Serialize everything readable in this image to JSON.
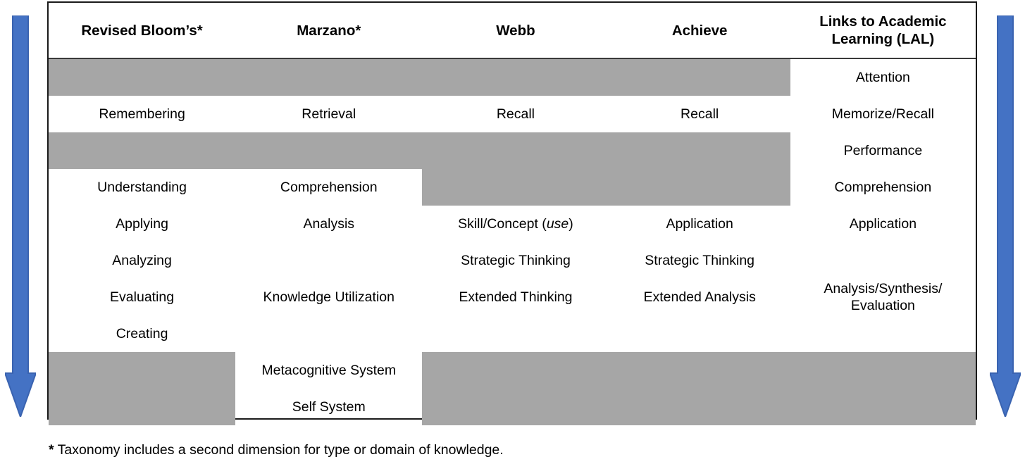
{
  "table": {
    "columns": [
      {
        "label": "Revised Bloom’s*",
        "name": "revised-blooms"
      },
      {
        "label": "Marzano*",
        "name": "marzano"
      },
      {
        "label": "Webb",
        "name": "webb"
      },
      {
        "label": "Achieve",
        "name": "achieve"
      },
      {
        "label": "Links to Academic Learning (LAL)",
        "name": "lal"
      }
    ],
    "rows": [
      {
        "name": "row-attention",
        "cells": [
          {
            "text": "",
            "shaded": true
          },
          {
            "text": "",
            "shaded": true
          },
          {
            "text": "",
            "shaded": true
          },
          {
            "text": "",
            "shaded": true
          },
          {
            "text": "Attention",
            "shaded": false
          }
        ]
      },
      {
        "name": "row-recall",
        "cells": [
          {
            "text": "Remembering",
            "shaded": false
          },
          {
            "text": "Retrieval",
            "shaded": false
          },
          {
            "text": "Recall",
            "shaded": false
          },
          {
            "text": "Recall",
            "shaded": false
          },
          {
            "text": "Memorize/Recall",
            "shaded": false
          }
        ]
      },
      {
        "name": "row-performance",
        "cells": [
          {
            "text": "",
            "shaded": true
          },
          {
            "text": "",
            "shaded": true
          },
          {
            "text": "",
            "shaded": true
          },
          {
            "text": "",
            "shaded": true
          },
          {
            "text": "Performance",
            "shaded": false
          }
        ]
      },
      {
        "name": "row-comprehension",
        "cells": [
          {
            "text": "Understanding",
            "shaded": false
          },
          {
            "text": "Comprehension",
            "shaded": false
          },
          {
            "text": "",
            "shaded": true
          },
          {
            "text": "",
            "shaded": true
          },
          {
            "text": "Comprehension",
            "shaded": false
          }
        ]
      },
      {
        "name": "row-application",
        "cells": [
          {
            "text": "Applying",
            "shaded": false
          },
          {
            "text": "Analysis",
            "shaded": false
          },
          {
            "text": "Skill/Concept (use)",
            "text_pre": "Skill/Concept (",
            "text_em": "use",
            "text_post": ")",
            "shaded": false
          },
          {
            "text": "Application",
            "shaded": false
          },
          {
            "text": "Application",
            "shaded": false
          }
        ]
      },
      {
        "name": "row-strategic-thinking",
        "cells": [
          {
            "text": "Analyzing",
            "shaded": false
          },
          {
            "text": "",
            "shaded": false
          },
          {
            "text": "Strategic Thinking",
            "shaded": false
          },
          {
            "text": "Strategic Thinking",
            "shaded": false
          },
          {
            "text": "",
            "shaded": false
          }
        ]
      },
      {
        "name": "row-extended-thinking",
        "cells": [
          {
            "text": "Evaluating",
            "shaded": false
          },
          {
            "text": "Knowledge Utilization",
            "shaded": false
          },
          {
            "text": "Extended Thinking",
            "shaded": false
          },
          {
            "text": "Extended Analysis",
            "shaded": false
          },
          {
            "text": "Analysis/Synthesis/ Evaluation",
            "line1": "Analysis/Synthesis/",
            "line2": "Evaluation",
            "shaded": false
          }
        ]
      },
      {
        "name": "row-creating",
        "cells": [
          {
            "text": "Creating",
            "shaded": false
          },
          {
            "text": "",
            "shaded": false
          },
          {
            "text": "",
            "shaded": false
          },
          {
            "text": "",
            "shaded": false
          },
          {
            "text": "",
            "shaded": false
          }
        ]
      },
      {
        "name": "row-metacognitive-system",
        "cells": [
          {
            "text": "",
            "shaded": true
          },
          {
            "text": "Metacognitive System",
            "shaded": false
          },
          {
            "text": "",
            "shaded": true
          },
          {
            "text": "",
            "shaded": true
          },
          {
            "text": "",
            "shaded": true
          }
        ]
      },
      {
        "name": "row-self-system",
        "cells": [
          {
            "text": "",
            "shaded": true
          },
          {
            "text": "Self System",
            "shaded": false
          },
          {
            "text": "",
            "shaded": true
          },
          {
            "text": "",
            "shaded": true
          },
          {
            "text": "",
            "shaded": true
          }
        ]
      }
    ]
  },
  "footnote": {
    "marker": "*",
    "text": " Taxonomy includes a second dimension for type or domain of knowledge."
  },
  "arrows": {
    "left_label": "increasing-complexity-arrow-left",
    "right_label": "increasing-complexity-arrow-right",
    "direction": "down",
    "fill": "#4472C4",
    "stroke": "#3A63B0"
  },
  "colors": {
    "shaded_cell": "#A6A6A6",
    "border": "#1A1A1A",
    "text": "#000000",
    "background": "#FFFFFF"
  }
}
